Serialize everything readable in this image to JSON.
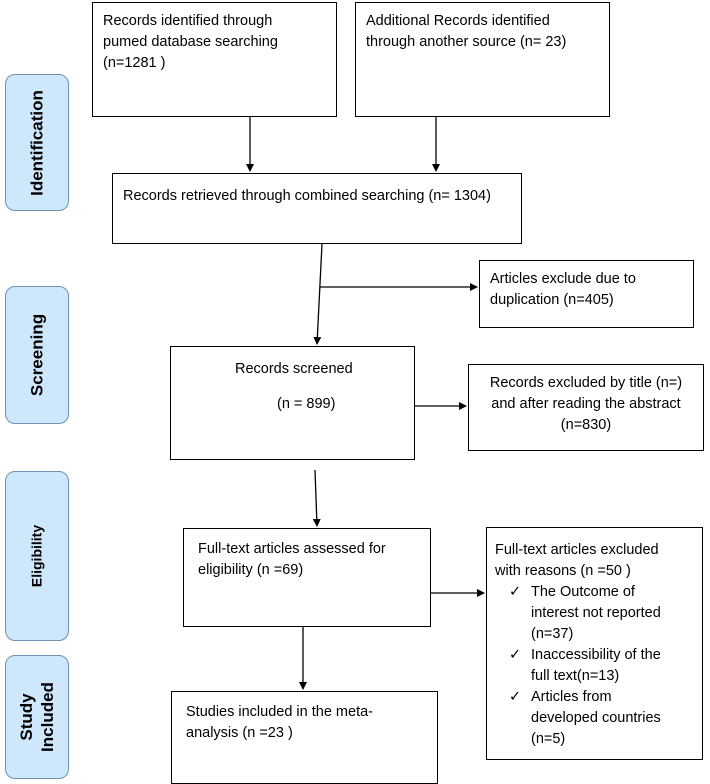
{
  "stages": {
    "identification": "Identification",
    "screening": "Screening",
    "eligibility": "Eligibility",
    "included_line1": "Study",
    "included_line2": "Included"
  },
  "boxes": {
    "pubmed": [
      "Records identified through",
      "pumed database searching",
      "(n=1281 )"
    ],
    "additional": [
      "Additional Records identified",
      "through another source (n= 23)"
    ],
    "combined": "Records retrieved through combined searching (n= 1304)",
    "duplicates": [
      "Articles exclude due to",
      "duplication (n=405)"
    ],
    "screened": {
      "title": "Records screened",
      "count": "(n = 899)"
    },
    "excluded_title": [
      "Records excluded by title (n=)",
      "and after reading the abstract",
      "(n=830)"
    ],
    "fulltext": [
      "Full-text articles assessed for",
      "eligibility (n =69)"
    ],
    "fulltext_excluded": {
      "header": [
        "Full-text articles excluded",
        "with reasons (n =50   )"
      ],
      "reasons": [
        [
          "The Outcome of",
          "interest not reported",
          "(n=37)"
        ],
        [
          "Inaccessibility of  the",
          "full text(n=13)"
        ],
        [
          "Articles from",
          "developed countries",
          "(n=5)"
        ]
      ],
      "check_symbol": "✓"
    },
    "included": [
      "Studies included in the meta-",
      "analysis (n =23 )"
    ]
  }
}
